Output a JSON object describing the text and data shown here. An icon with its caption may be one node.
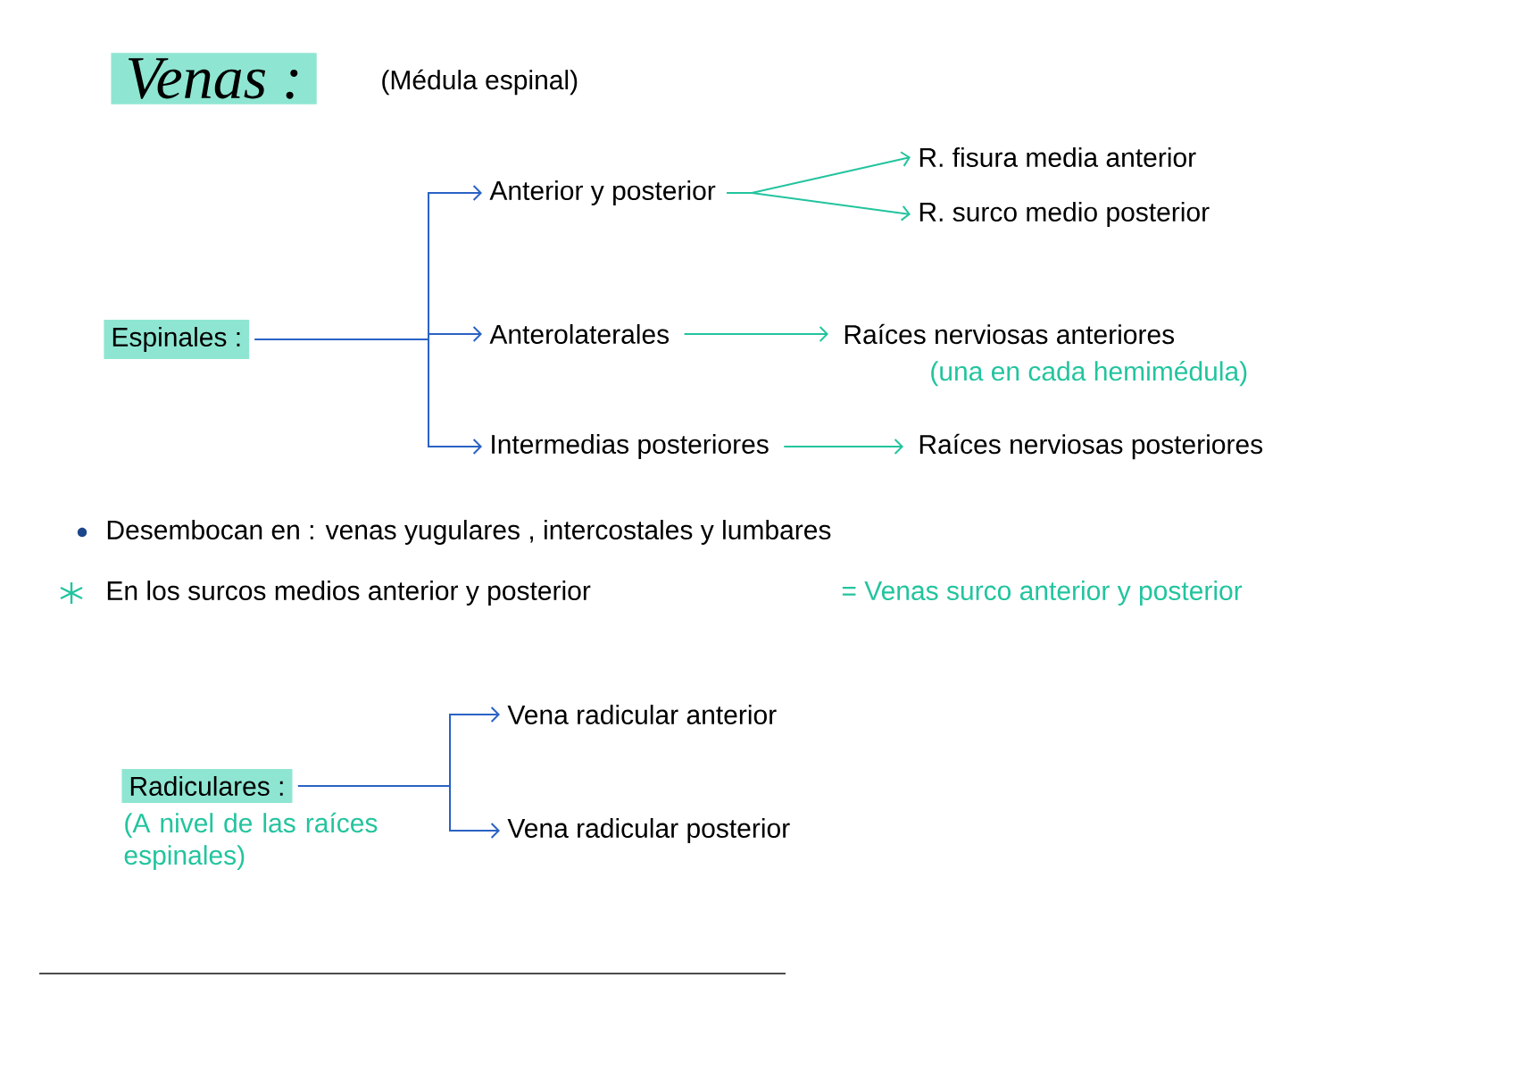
{
  "diagram": {
    "title": "Venas :",
    "nodes": [
      {
        "text": [
          "Espinales :"
        ]
      },
      {
        "text": [
          "Anterior y posterior"
        ]
      },
      {
        "text": [
          "R. fisura media anterior"
        ]
      },
      {
        "text": [
          "R. surco medio posterior"
        ]
      },
      {
        "text": [
          "Anterolaterales"
        ]
      },
      {
        "text": [
          "Raíces nerviosas anteriores"
        ],
        "beside": [
          "(una en cada hemimédula)"
        ]
      },
      {
        "text": [
          "Intermedias posteriores"
        ]
      },
      {
        "text": [
          "Raíces nerviosas posteriores"
        ]
      },
      {
        "text": [
          "Radiculares :"
        ],
        "beside": [
          "(A nivel de las raíces espinales)"
        ]
      },
      {
        "text": [
          "Vena radicular anterior"
        ]
      },
      {
        "text": [
          "Vena radicular posterior"
        ]
      }
    ],
    "edges": [
      {
        "from": 0,
        "to": 1,
        "arrow": "to"
      },
      {
        "from": 0,
        "to": 4,
        "arrow": "to"
      },
      {
        "from": 0,
        "to": 6,
        "arrow": "to"
      },
      {
        "from": 1,
        "to": 2,
        "arrow": "to",
        "color": "#22c49e"
      },
      {
        "from": 1,
        "to": 3,
        "arrow": "to",
        "color": "#22c49e"
      },
      {
        "from": 4,
        "to": 5,
        "arrow": "to",
        "color": "#22c49e"
      },
      {
        "from": 6,
        "to": 7,
        "arrow": "to",
        "color": "#22c49e"
      },
      {
        "from": 8,
        "to": 9,
        "arrow": "to"
      },
      {
        "from": 8,
        "to": 10,
        "arrow": "to"
      }
    ],
    "labels": [
      "(Médula espinal)",
      "Desembocan en : venas yugulares , intercostales y lumbares",
      "En los surcos medios anterior y posterior",
      "= Venas surco anterior y posterior"
    ]
  }
}
